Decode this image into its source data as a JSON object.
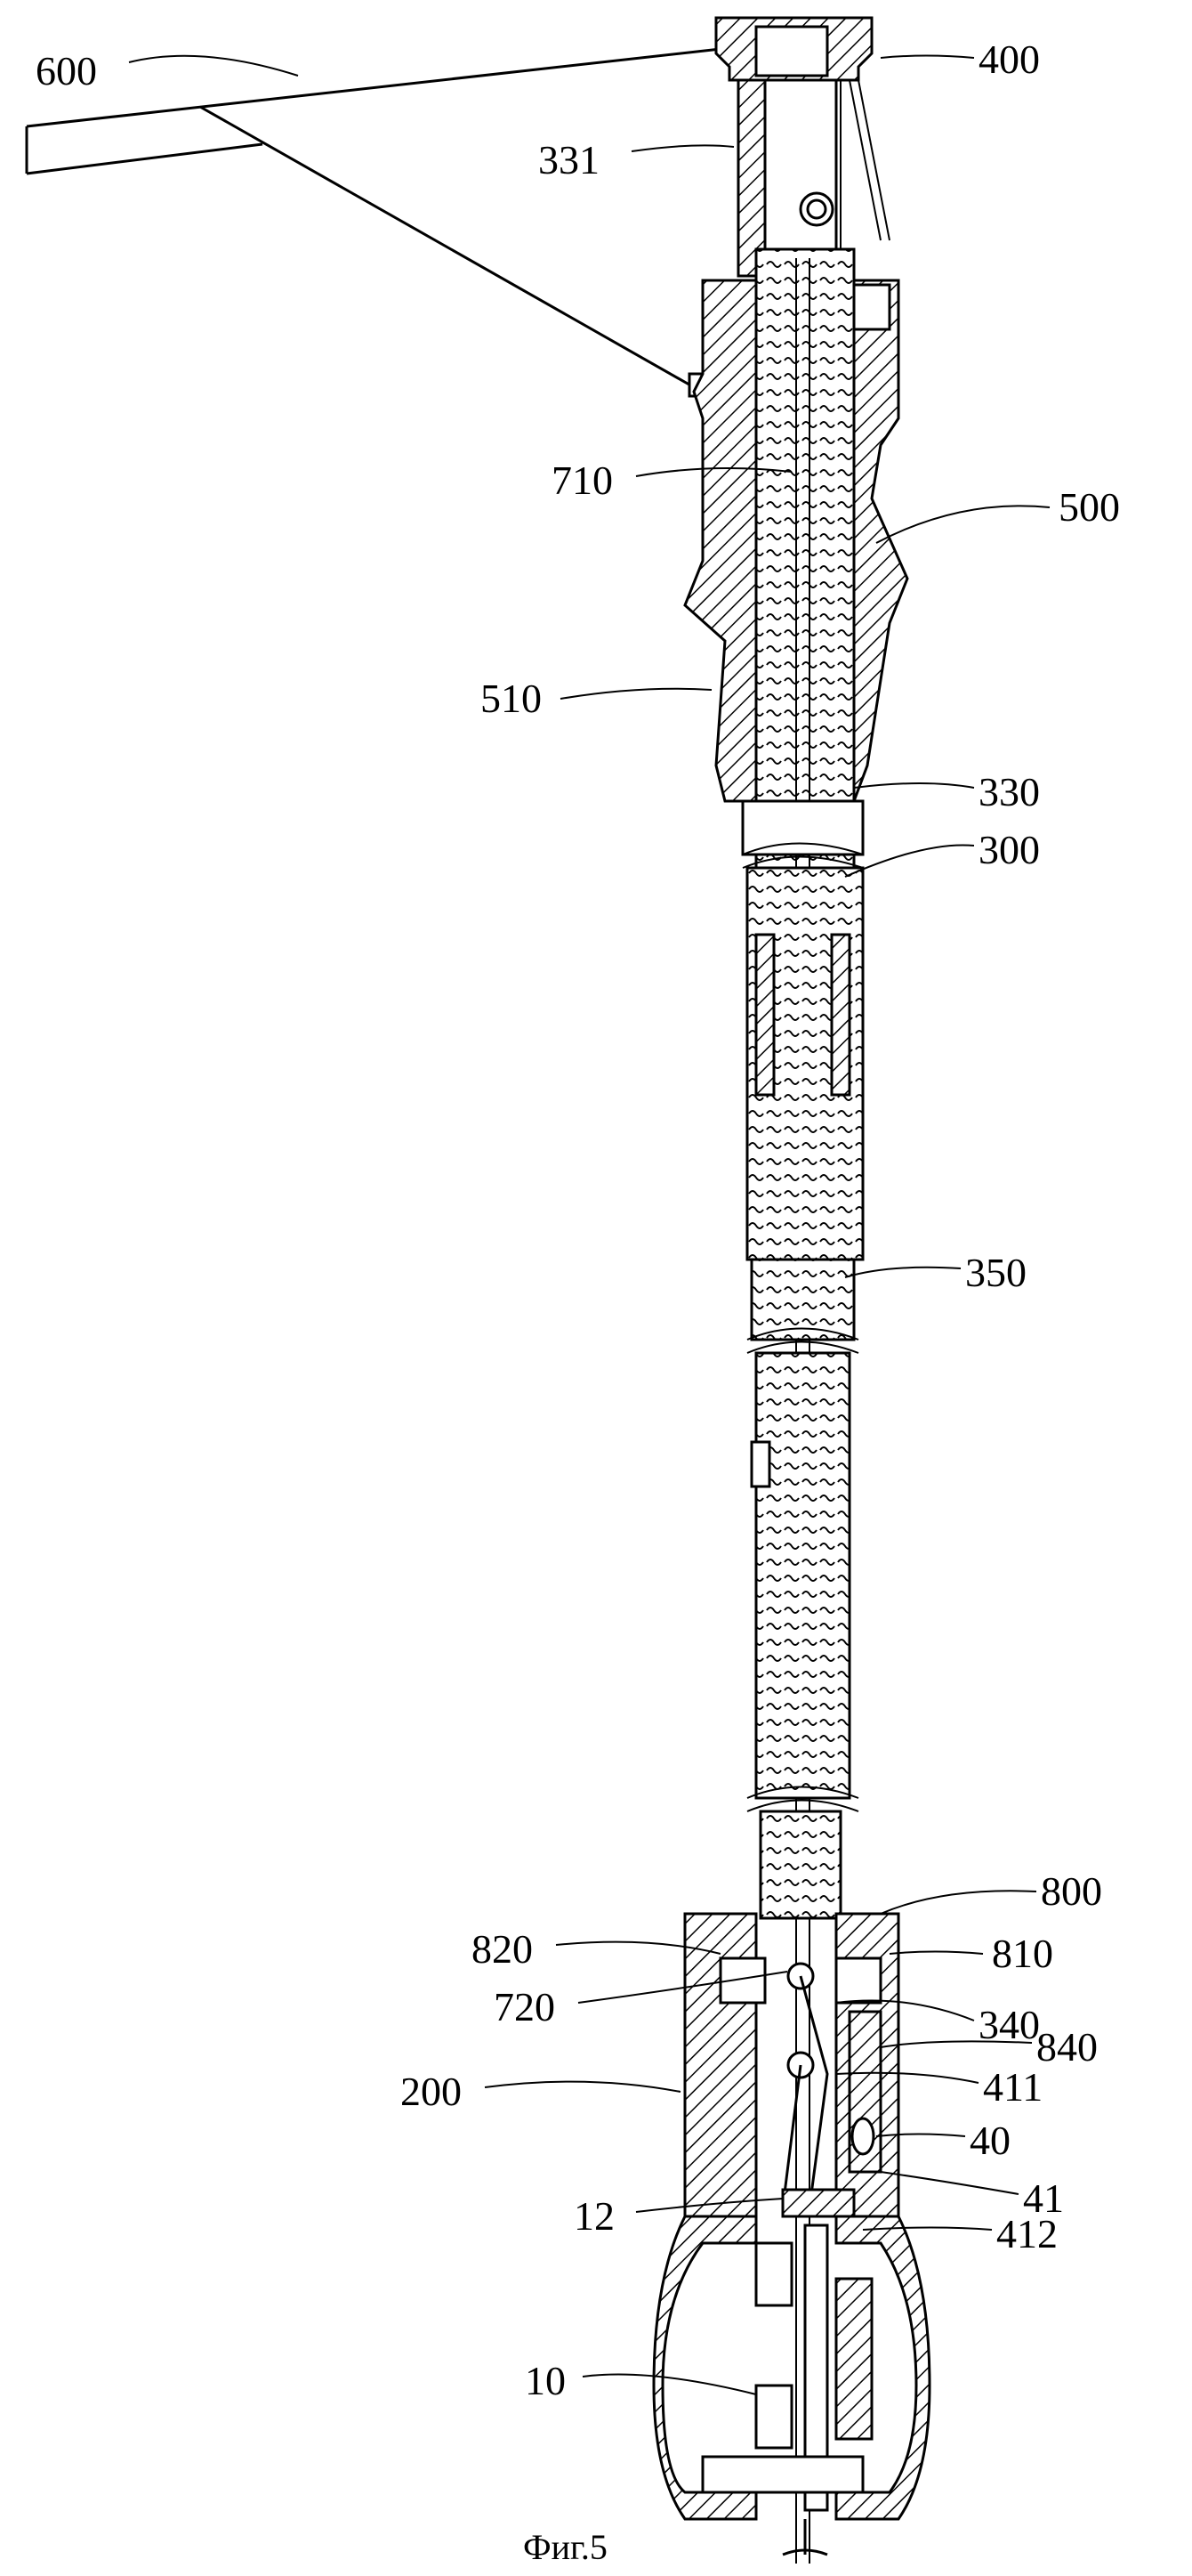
{
  "caption": "Фиг.5",
  "labels": [
    {
      "id": "600",
      "text": "600"
    },
    {
      "id": "400",
      "text": "400"
    },
    {
      "id": "331",
      "text": "331"
    },
    {
      "id": "710",
      "text": "710"
    },
    {
      "id": "500",
      "text": "500"
    },
    {
      "id": "510",
      "text": "510"
    },
    {
      "id": "330",
      "text": "330"
    },
    {
      "id": "300",
      "text": "300"
    },
    {
      "id": "350",
      "text": "350"
    },
    {
      "id": "800",
      "text": "800"
    },
    {
      "id": "820",
      "text": "820"
    },
    {
      "id": "810",
      "text": "810"
    },
    {
      "id": "720",
      "text": "720"
    },
    {
      "id": "340",
      "text": "340"
    },
    {
      "id": "840",
      "text": "840"
    },
    {
      "id": "200",
      "text": "200"
    },
    {
      "id": "411",
      "text": "411"
    },
    {
      "id": "40",
      "text": "40"
    },
    {
      "id": "41",
      "text": "41"
    },
    {
      "id": "12",
      "text": "12"
    },
    {
      "id": "412",
      "text": "412"
    },
    {
      "id": "10",
      "text": "10"
    }
  ]
}
